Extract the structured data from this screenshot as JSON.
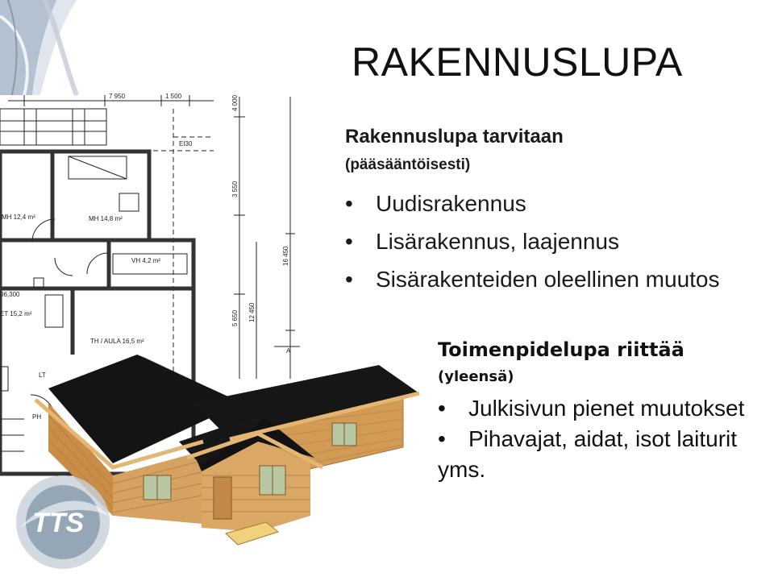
{
  "slide": {
    "title": "RAKENNUSLUPA",
    "section1": {
      "heading": "Rakennuslupa tarvitaan",
      "subheading": "(pääsääntöisesti)",
      "items": [
        "Uudisrakennus",
        "Lisärakennus, laajennus",
        "Sisärakenteiden oleellinen muutos"
      ]
    },
    "section2": {
      "heading": "Toimenpidelupa riittää",
      "subheading": "(yleensä)",
      "items": [
        "Julkisivun pienet muutokset",
        "Pihavajat, aidat, isot laiturit yms."
      ]
    },
    "bullet": "•",
    "logo": {
      "text": "TTS"
    },
    "floorplan": {
      "dimensions": [
        "7 950",
        "1 500",
        "4 000",
        "3 550",
        "16 450",
        "5 650",
        "12 450"
      ],
      "labels": [
        "EI30",
        "MH 12,4 m²",
        "MH 14,8 m²",
        "VH 4,2 m²",
        "06,300",
        "ET 15,2 m²",
        "TH / AULA 16,5 m²",
        "LT",
        "PH",
        "A"
      ]
    },
    "colors": {
      "roof": "#141414",
      "wall": "#d19a55",
      "fascia": "#e3b673",
      "window": "#b8c6a2",
      "line": "#222222"
    }
  }
}
